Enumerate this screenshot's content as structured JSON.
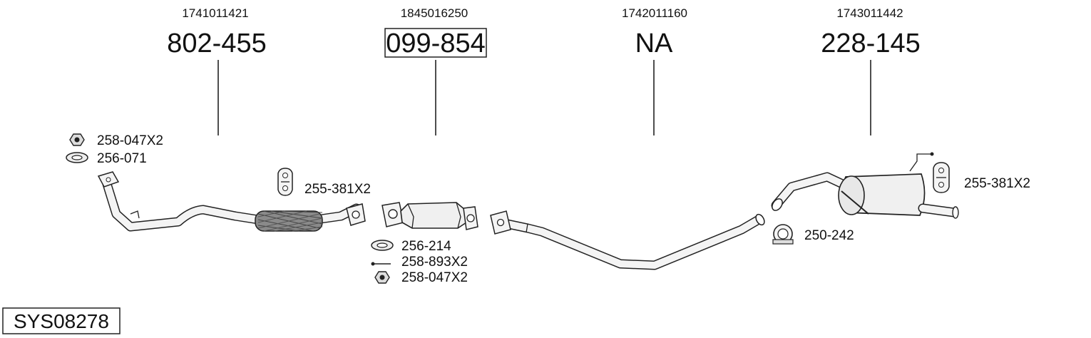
{
  "diagram": {
    "columns": [
      {
        "oem": "1741011421",
        "part": "802-455",
        "boxed": false
      },
      {
        "oem": "1845016250",
        "part": "099-854",
        "boxed": true
      },
      {
        "oem": "1742011160",
        "part": "NA",
        "boxed": false
      },
      {
        "oem": "1743011442",
        "part": "228-145",
        "boxed": false
      }
    ],
    "accessories": {
      "nut_front": "258-047X2",
      "gasket_front": "256-071",
      "hanger_front": "255-381X2",
      "gasket_cat": "256-214",
      "bolt_cat": "258-893X2",
      "nut_cat": "258-047X2",
      "clamp_rear": "250-242",
      "hanger_rear": "255-381X2"
    },
    "system_code": "SYS08278"
  },
  "icons": [
    "nut-icon",
    "gasket-ring-icon",
    "rubber-hanger-icon",
    "bolt-icon",
    "pipe-clamp-icon"
  ]
}
